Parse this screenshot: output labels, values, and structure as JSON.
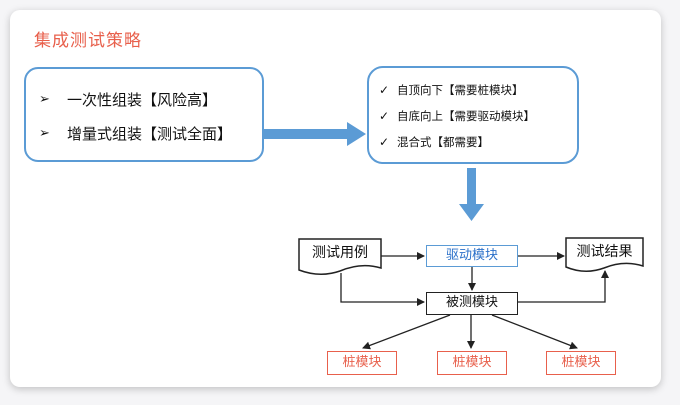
{
  "title": "集成测试策略",
  "left_box": {
    "marker": "➢",
    "items": [
      "一次性组装【风险高】",
      "增量式组装【测试全面】"
    ]
  },
  "right_box": {
    "marker": "✓",
    "items": [
      "自顶向下【需要桩模块】",
      "自底向上【需要驱动模块】",
      "混合式【都需要】"
    ]
  },
  "flow": {
    "test_case": "测试用例",
    "driver": "驱动模块",
    "test_result": "测试结果",
    "module_under_test": "被测模块",
    "stubs": [
      "桩模块",
      "桩模块",
      "桩模块"
    ]
  },
  "colors": {
    "title": "#e8604c",
    "accent_blue": "#5b9bd5",
    "driver_text": "#2b70c9",
    "stub_red": "#e8604c"
  }
}
